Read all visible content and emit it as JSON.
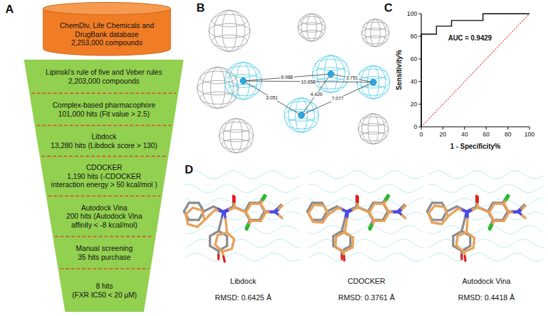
{
  "diagram": {
    "nodes": [
      {
        "text": [
          "ChemDiv, Life Chemicals and DrugBank database",
          "2,253,000 compounds"
        ]
      },
      {
        "text": [
          "Lipinski's rule of five and Veber rules",
          "2,203,000 compounds"
        ]
      },
      {
        "text": [
          "Complex-based pharmacophore",
          "101,000 hits (Fit value > 2.5)"
        ]
      },
      {
        "text": [
          "Libdock",
          "13,280 hits (Libdock score > 130)"
        ]
      },
      {
        "text": [
          "CDOCKER",
          "1,190 hits (-CDOCKER interaction energy > 50 kcal/mol )"
        ]
      },
      {
        "text": [
          "Autodock Vina",
          "200 hits (Autodock Vina affinity < -8 kcal/mol)"
        ]
      },
      {
        "text": [
          "Manual screening",
          "35 hits purchase"
        ]
      },
      {
        "text": [
          "8 hits",
          "(FXR IC50 < 20 μM)"
        ]
      }
    ],
    "labels": [
      "A",
      "B",
      "6.988",
      "3.751",
      "10.658",
      "3.051",
      "4.420",
      "7.077",
      "C",
      "100",
      "80",
      "60",
      "40",
      "20",
      "0",
      "0",
      "20",
      "40",
      "60",
      "80",
      "100",
      "Sensitivity%",
      "1 - Specificity%",
      "AUC = 0.9429",
      "D",
      "Libdock",
      "RMSD: 0.6425 Å",
      "CDOCKER",
      "RMSD: 0.3761 Å",
      "Autodock Vina",
      "RMSD: 0.4418 Å"
    ]
  }
}
